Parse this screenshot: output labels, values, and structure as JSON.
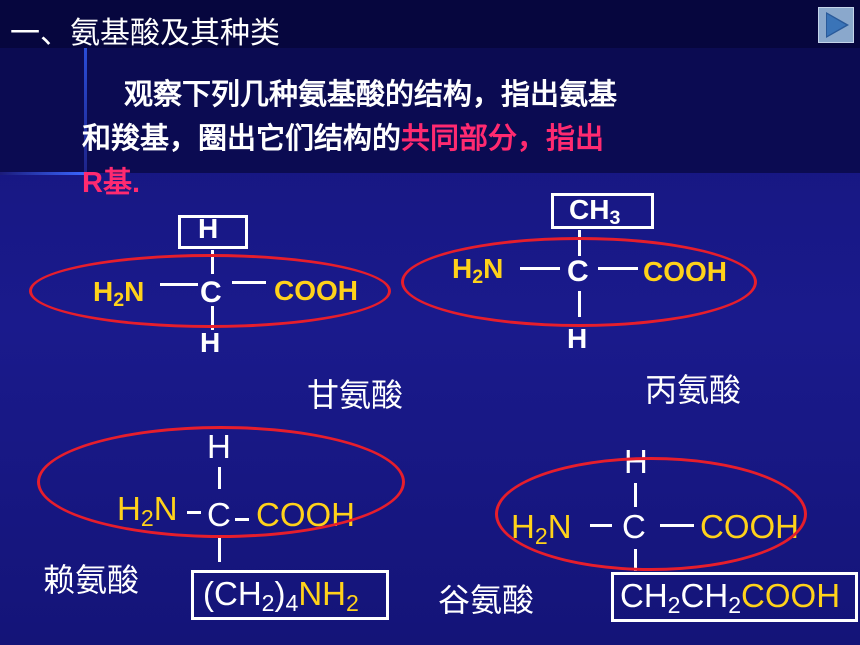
{
  "slide": {
    "title": "一、氨基酸及其种类",
    "instruction_line1": "观察下列几种氨基酸的结构，指出氨基",
    "instruction_line2_white": "和羧基，圈出它们结构的",
    "instruction_line2_pink": "共同部分，指出",
    "instruction_line3_pink": "R基."
  },
  "glycine": {
    "h_top": "H",
    "amine_h": "H",
    "amine_sub": "2",
    "amine_n": "N",
    "carbon": "C",
    "carboxyl": "COOH",
    "h_bottom": "H",
    "name": "甘氨酸"
  },
  "alanine": {
    "r_main": "CH",
    "r_sub": "3",
    "amine_h": "H",
    "amine_sub": "2",
    "amine_n": "N",
    "carbon": "C",
    "carboxyl": "COOH",
    "h_bottom": "H",
    "name": "丙氨酸"
  },
  "lysine": {
    "h_top": "H",
    "amine_h": "H",
    "amine_sub": "2",
    "amine_n": "N",
    "carbon": "C",
    "carboxyl": "COOH",
    "r_p1": "(CH",
    "r_s1": "2",
    "r_p2": ")",
    "r_s2": "4",
    "r_p3": "NH",
    "r_s3": "2",
    "name": "赖氨酸"
  },
  "glutamate": {
    "h_top": "H",
    "amine_h": "H",
    "amine_sub": "2",
    "amine_n": "N",
    "carbon": "C",
    "carboxyl": "COOH",
    "r_p1": "CH",
    "r_s1": "2",
    "r_p2": "CH",
    "r_s2": "2",
    "r_p3": "COOH",
    "name": "谷氨酸"
  },
  "colors": {
    "background": "#1a1a8c",
    "highlight_pink": "#ff2a70",
    "group_yellow": "#ffd21a",
    "circle_red": "#e61e2c"
  },
  "icons": {
    "nav": "play-triangle-icon"
  }
}
